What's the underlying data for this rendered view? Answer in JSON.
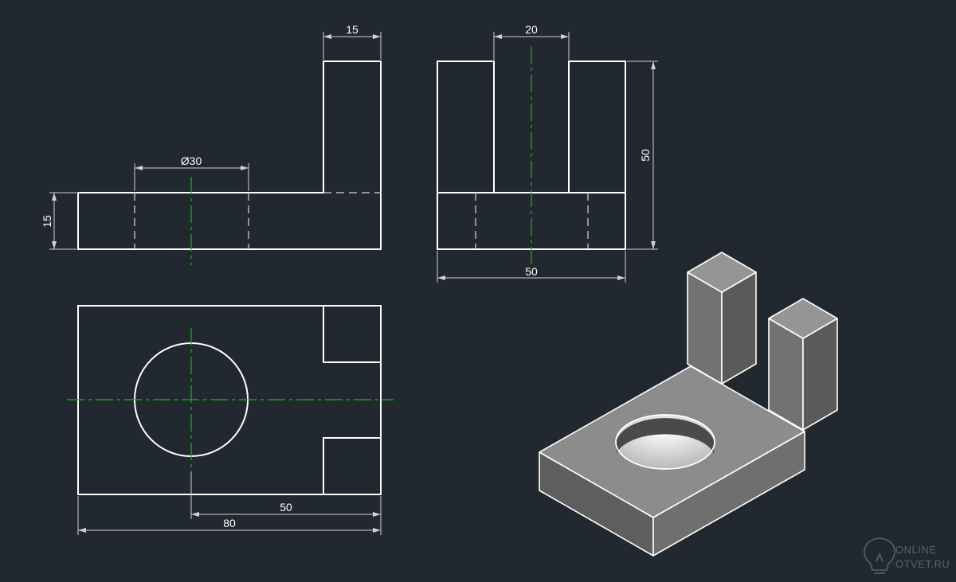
{
  "dimensions": {
    "front_top_width": "15",
    "front_hole_diameter": "Ø30",
    "front_base_height": "15",
    "side_slot_width": "20",
    "side_total_height": "50",
    "side_width": "50",
    "top_hole_center": "50",
    "top_total_length": "80"
  },
  "watermark": {
    "line1": "ONLINE",
    "line2": "OTVET.RU"
  },
  "colors": {
    "background": "#212830",
    "line": "#ffffff",
    "centerline": "#19b419",
    "face_top": "#8a8a8a",
    "face_side": "#6e6e6e",
    "face_dark": "#5c5c5c"
  }
}
